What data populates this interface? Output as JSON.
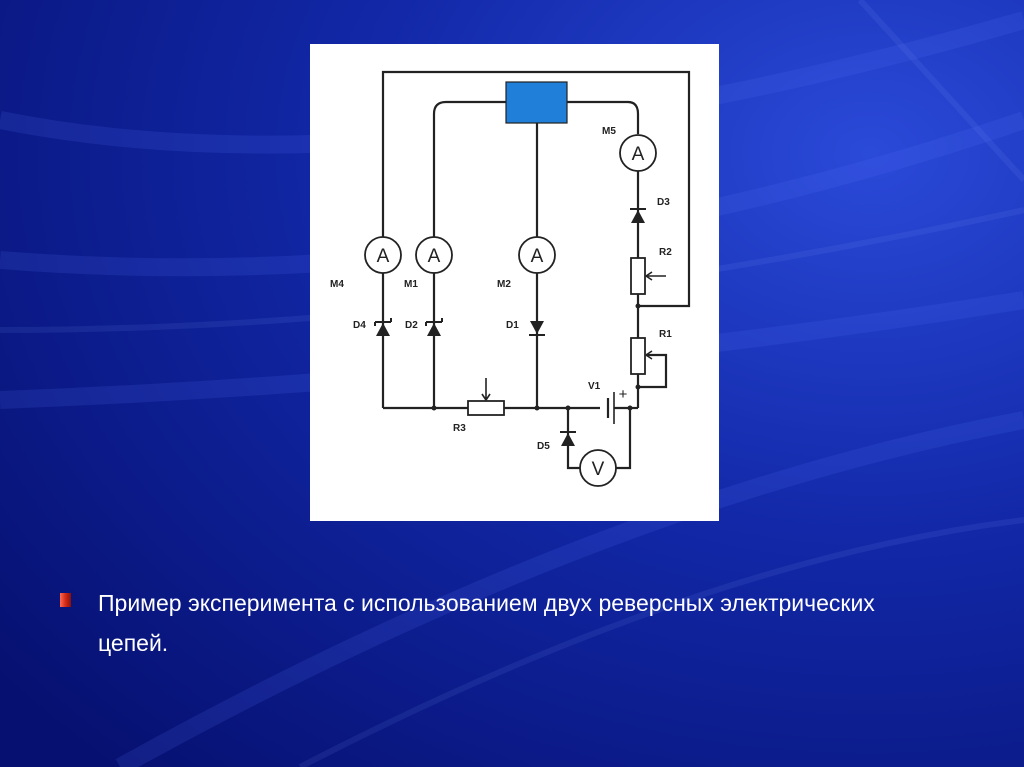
{
  "slide": {
    "caption": "Пример эксперимента с использованием двух реверсных электрических цепей.",
    "bullet_color": "#d42a18",
    "background_color": "#0a1a8a"
  },
  "diagram": {
    "ammeter_symbol": "A",
    "voltmeter_symbol": "V",
    "battery_plus": "+",
    "labels": {
      "m1": "M1",
      "m2": "M2",
      "m4": "M4",
      "m5": "M5",
      "d1": "D1",
      "d2": "D2",
      "d3": "D3",
      "d4": "D4",
      "d5": "D5",
      "r1": "R1",
      "r2": "R2",
      "r3": "R3",
      "v1": "V1"
    },
    "block_color": "#1f7fd9"
  }
}
